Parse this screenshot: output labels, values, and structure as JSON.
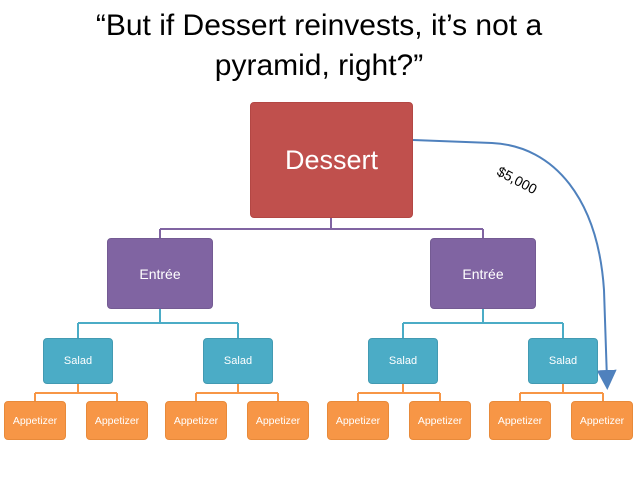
{
  "title": {
    "line1": "“But if Dessert reinvests, it’s not a",
    "line2": "pyramid, right?”"
  },
  "tree": {
    "root": "Dessert",
    "entrees": [
      "Entrée",
      "Entrée"
    ],
    "salads": [
      "Salad",
      "Salad",
      "Salad",
      "Salad"
    ],
    "appetizers": [
      "Appetizer",
      "Appetizer",
      "Appetizer",
      "Appetizer",
      "Appetizer",
      "Appetizer",
      "Appetizer",
      "Appetizer"
    ]
  },
  "flow": {
    "amount": "$5,000"
  },
  "colors": {
    "dessert": "#c0504d",
    "entree": "#8064a2",
    "salad": "#4bacc6",
    "appetizer": "#f79646",
    "arrow": "#4f81bd"
  }
}
